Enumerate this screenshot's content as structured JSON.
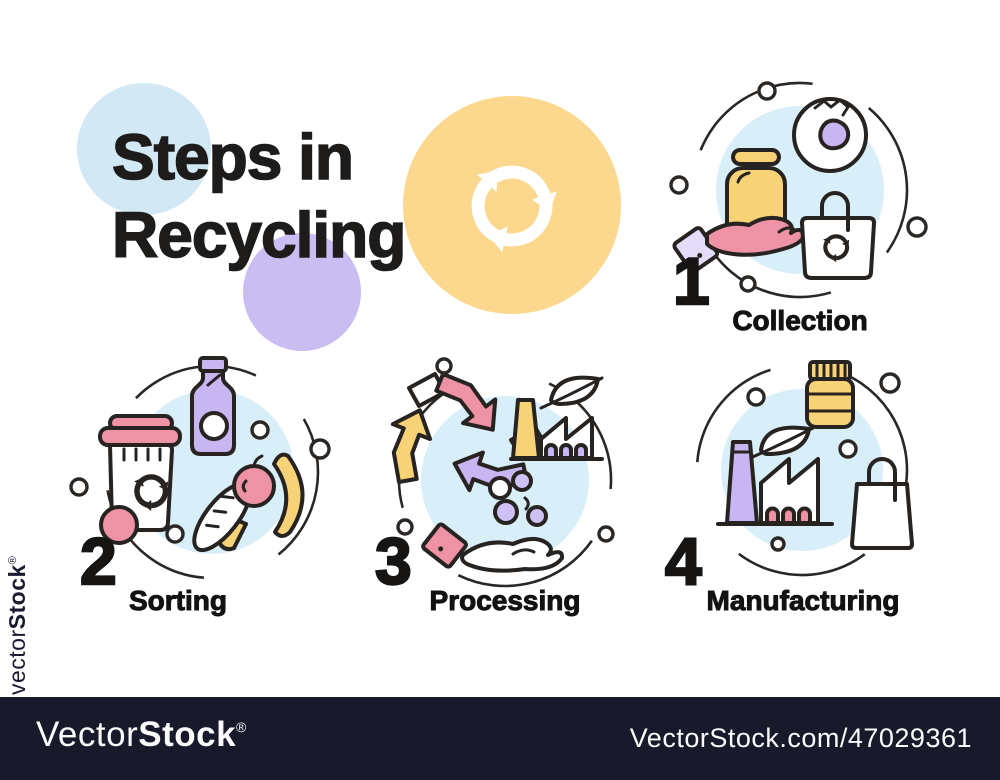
{
  "title": {
    "line1": "Steps in",
    "line2": "Recycling"
  },
  "hero_icon": "recycle-arrows-icon",
  "steps": [
    {
      "number": "1",
      "label": "Collection",
      "icons": [
        "hand-holding-jar-icon",
        "globe-icon",
        "tote-bag-recycle-icon"
      ]
    },
    {
      "number": "2",
      "label": "Sorting",
      "icons": [
        "waste-bin-recycle-icon",
        "bottle-icon",
        "apple-icon",
        "banana-icon",
        "bread-icon"
      ]
    },
    {
      "number": "3",
      "label": "Processing",
      "icons": [
        "recycle-arrows-icon",
        "factory-icon",
        "leaf-icon",
        "hand-with-pellets-icon"
      ]
    },
    {
      "number": "4",
      "label": "Manufacturing",
      "icons": [
        "pill-bottle-icon",
        "factory-icon",
        "leaf-icon",
        "shopping-bag-icon"
      ]
    }
  ],
  "watermark": {
    "side_vector": "vector",
    "side_stock": "Stock",
    "side_reg": "®",
    "bar_vector": "Vector",
    "bar_stock": "Stock",
    "bar_reg": "®",
    "bar_url": "VectorStock.com/47029361"
  },
  "colors": {
    "big_blue": "#d2e9f5",
    "big_purple": "#cabdf2",
    "big_yellow": "#fbd88d",
    "step_blue": "#d8eef8",
    "icon_pink": "#ee92a5",
    "icon_yellow": "#f8d276",
    "icon_purple": "#c8b6f2",
    "cuff_lavender": "#e3dcfa",
    "outline": "#272320",
    "bar_bg": "#18192b",
    "text": "#1e1c1a"
  }
}
